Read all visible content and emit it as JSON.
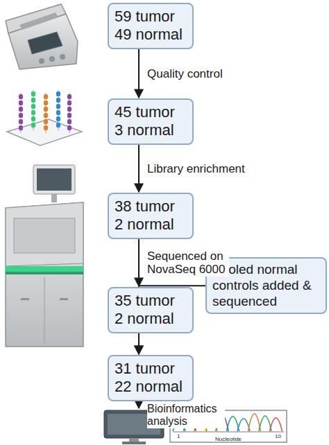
{
  "diagram": {
    "nodes": [
      {
        "text": [
          "59 tumor 49 normal"
        ]
      },
      {
        "text": [
          "45 tumor 3 normal"
        ]
      },
      {
        "text": [
          "38 tumor 2 normal"
        ]
      },
      {
        "text": [
          "35 tumor 2 normal"
        ]
      },
      {
        "text": [
          "Pooled normal controls added & sequenced"
        ]
      },
      {
        "text": [
          "31 tumor 22 normal"
        ]
      }
    ],
    "edges": [
      {
        "from": 0,
        "to": 1,
        "label": "Quality control",
        "arrow": "to"
      },
      {
        "from": 1,
        "to": 2,
        "label": "Library enrichment",
        "arrow": "to"
      },
      {
        "from": 2,
        "to": 3,
        "label": "Sequenced on NovaSeq 6000",
        "arrow": "to"
      },
      {
        "from": 3,
        "to": 5,
        "arrow": "to"
      },
      {
        "from": 4,
        "to": 5,
        "arrow": "to"
      }
    ],
    "labels": [
      "Bioinformatics analysis",
      "1",
      "10",
      "Nucleotide"
    ]
  }
}
